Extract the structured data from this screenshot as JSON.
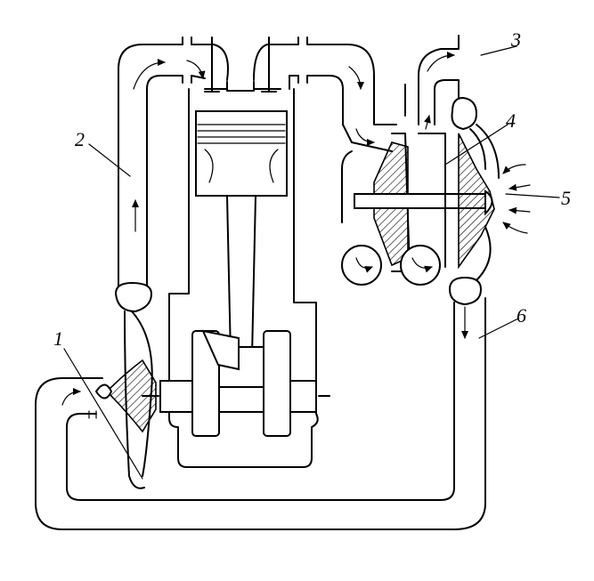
{
  "labels": {
    "l1": "1",
    "l2": "2",
    "l3": "3",
    "l4": "4",
    "l5": "5",
    "l6": "6"
  },
  "colors": {
    "stroke": "#000000",
    "background": "#ffffff"
  }
}
